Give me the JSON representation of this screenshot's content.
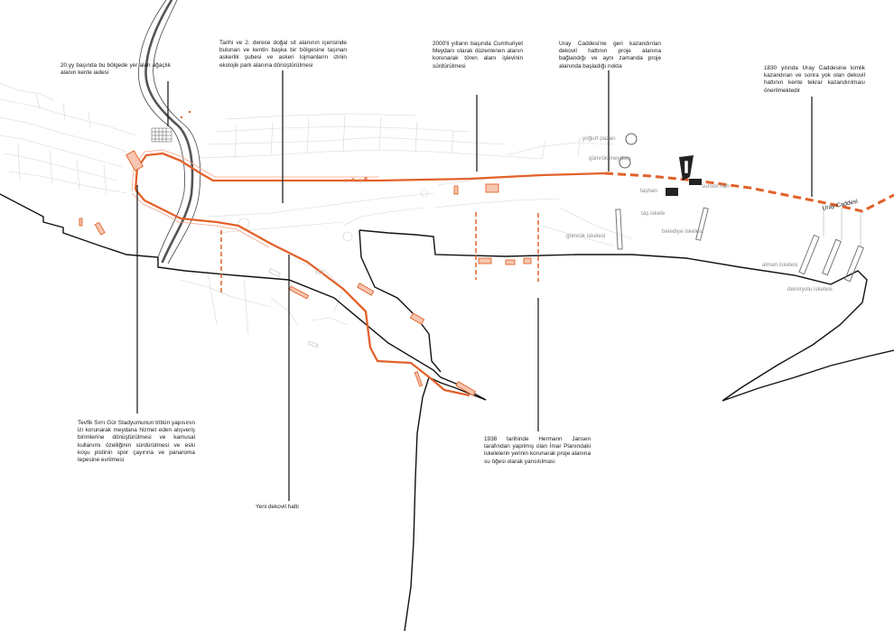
{
  "annotations": {
    "tree_area": "20.yy başında bu bölgede yer alan ağaçlık alanın kente iadesi",
    "military_park": "Tarihi ve 2. derece doğal sit alanının içerisinde bulunan ve kentin başka bir bölgesine taşınan askerlik şubesi ve askeri lojmanların izinin ekolojik park alanına dönüştürülmesi",
    "cumhuriyet_square": "2000'li yılların başında Cumhuriyet Meydanı olarak düzenlenen alanın korunarak tören alanı işlevinin sürdürülmesi",
    "uray_start": "Uray Caddesi'ne geri kazandırılan dekovil hattının proje alanına bağlandığı ve aynı zamanda proje alanında başladığı nokta",
    "uray_1830": "1830 yılında Uray Caddesine kimlik kazandıran ve sonra yok olan dekovil hattının kente tekrar kazandırılması önerilmektedir",
    "stadium": "Tevfik Sırrı Gür Stadyumunun tribün yapısının izi korunarak meydana hizmet eden alışveriş birimlerine dönüştürülmesi ve kamusal kullanımı özelliğinin sürdürülmesi ve eski koşu pistinin spor çayırına ve panaroma tepesine evrilmesi",
    "jansen": "1938 tarihinde Hermann Jansen tarafından yapılmış olan İmar Planındaki iskelelerin yerinin korunarak proje alanına su öğesi olarak yansıtılması",
    "new_line": "Yeni dekovil hattı"
  },
  "places": {
    "yogurt_pazari": "yoğurt pazarı",
    "gumruk_meydani": "gümrük meydanı",
    "tashan": "taşhan",
    "sursok_han": "sursok han",
    "tas_iskele": "taş iskele",
    "belediye_iskelesi": "belediye iskelesi",
    "gumruk_iskelesi": "gümrük iskelesi",
    "alman_iskelesi": "alman iskelesi",
    "demiryolu_iskelesi": "demiryolu iskelesi",
    "uray_caddesi": "Uray Caddesi"
  },
  "colors": {
    "accent": "#e2612a",
    "coast": "#111111",
    "fabric": "#d4d4d4",
    "pier": "#777777"
  }
}
